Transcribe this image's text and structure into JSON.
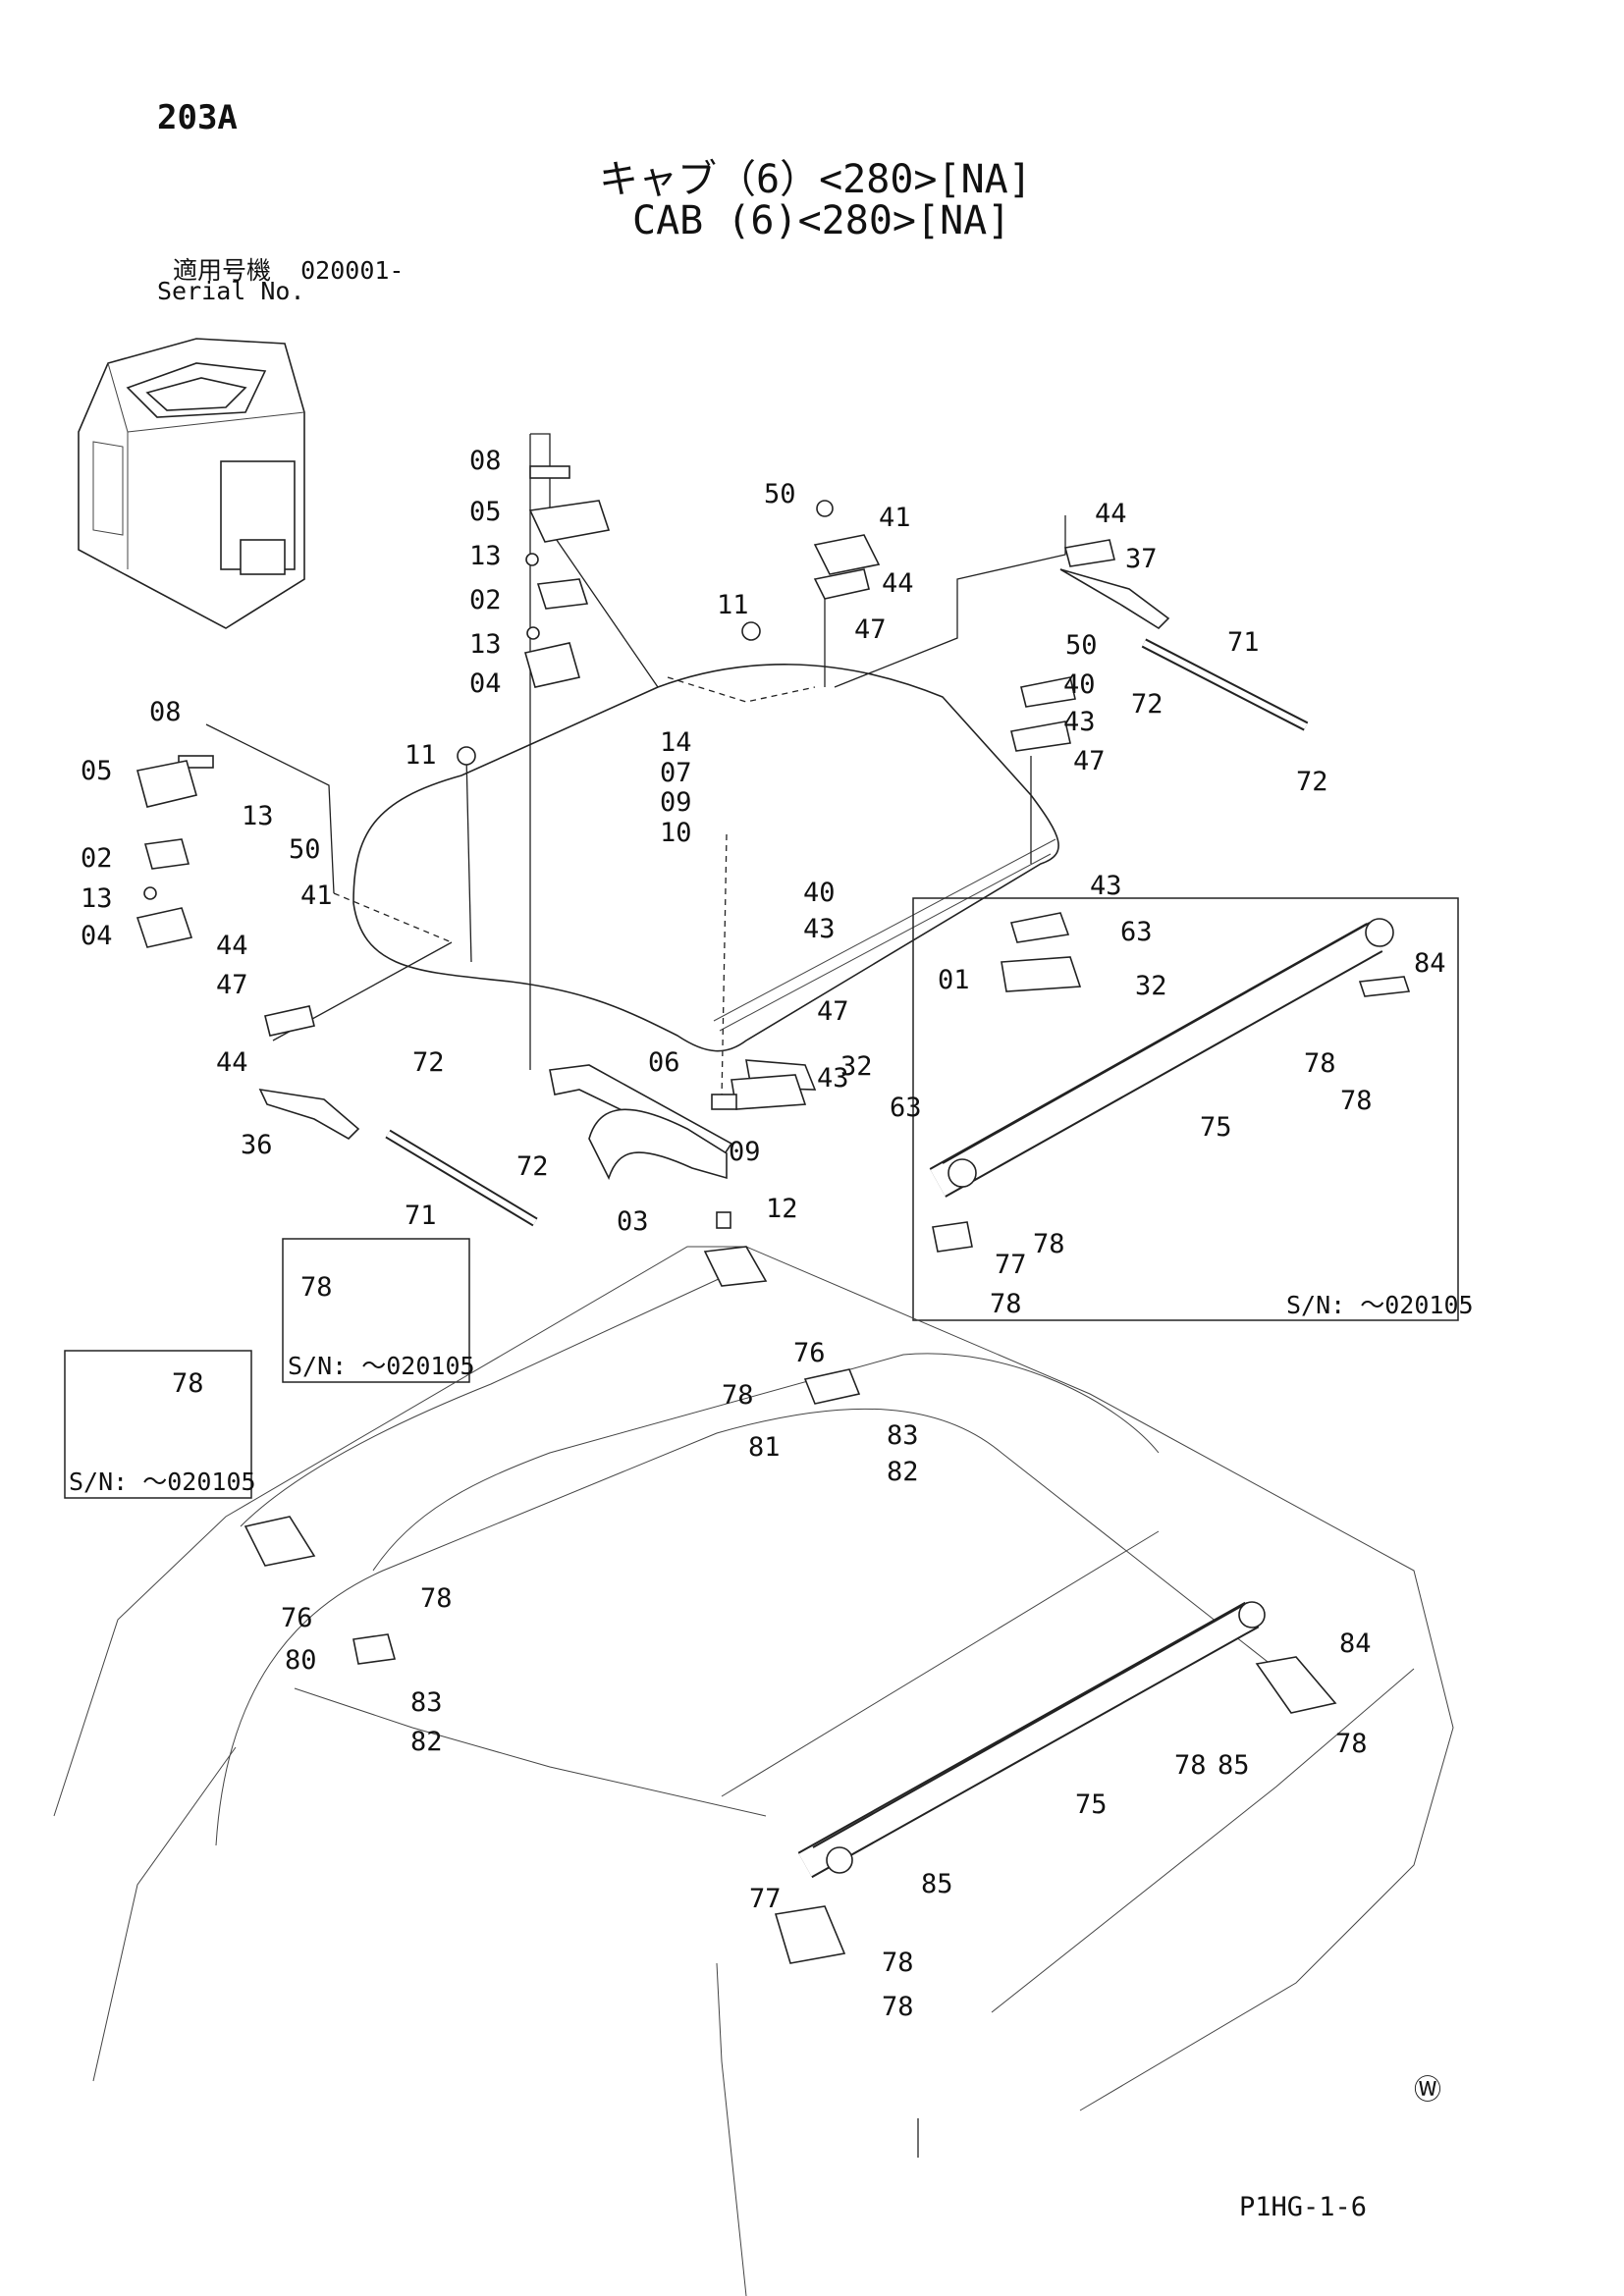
{
  "header": {
    "page_code": "203A",
    "title_ja": "キャブ（6）<280>[NA]",
    "title_en": "CAB (6)<280>[NA]",
    "serial_label_ja": "適用号機",
    "serial_range": "020001-",
    "serial_label_en": "Serial No."
  },
  "callouts": [
    {
      "id": "c-08a",
      "label": "08"
    },
    {
      "id": "c-05a",
      "label": "05"
    },
    {
      "id": "c-13a",
      "label": "13"
    },
    {
      "id": "c-02a",
      "label": "02"
    },
    {
      "id": "c-13b",
      "label": "13"
    },
    {
      "id": "c-04a",
      "label": "04"
    },
    {
      "id": "c-50a",
      "label": "50"
    },
    {
      "id": "c-41a",
      "label": "41"
    },
    {
      "id": "c-44a",
      "label": "44"
    },
    {
      "id": "c-47a",
      "label": "47"
    },
    {
      "id": "c-11a",
      "label": "11"
    },
    {
      "id": "c-44b",
      "label": "44"
    },
    {
      "id": "c-37",
      "label": "37"
    },
    {
      "id": "c-50b",
      "label": "50"
    },
    {
      "id": "c-71a",
      "label": "71"
    },
    {
      "id": "c-72a",
      "label": "72"
    },
    {
      "id": "c-40a",
      "label": "40"
    },
    {
      "id": "c-43a",
      "label": "43"
    },
    {
      "id": "c-72b",
      "label": "72"
    },
    {
      "id": "c-47b",
      "label": "47"
    },
    {
      "id": "c-08b",
      "label": "08"
    },
    {
      "id": "c-05b",
      "label": "05"
    },
    {
      "id": "c-13c",
      "label": "13"
    },
    {
      "id": "c-11b",
      "label": "11"
    },
    {
      "id": "c-14",
      "label": "14"
    },
    {
      "id": "c-07",
      "label": "07"
    },
    {
      "id": "c-09a",
      "label": "09"
    },
    {
      "id": "c-10",
      "label": "10"
    },
    {
      "id": "c-02b",
      "label": "02"
    },
    {
      "id": "c-50c",
      "label": "50"
    },
    {
      "id": "c-13d",
      "label": "13"
    },
    {
      "id": "c-41b",
      "label": "41"
    },
    {
      "id": "c-04b",
      "label": "04"
    },
    {
      "id": "c-40b",
      "label": "40"
    },
    {
      "id": "c-43b",
      "label": "43"
    },
    {
      "id": "c-44c",
      "label": "44"
    },
    {
      "id": "c-47c",
      "label": "47"
    },
    {
      "id": "c-43c",
      "label": "43"
    },
    {
      "id": "c-63a",
      "label": "63"
    },
    {
      "id": "c-01",
      "label": "01"
    },
    {
      "id": "c-32a",
      "label": "32"
    },
    {
      "id": "c-84a",
      "label": "84"
    },
    {
      "id": "c-47d",
      "label": "47"
    },
    {
      "id": "c-44d",
      "label": "44"
    },
    {
      "id": "c-72c",
      "label": "72"
    },
    {
      "id": "c-06",
      "label": "06"
    },
    {
      "id": "c-43d",
      "label": "43"
    },
    {
      "id": "c-32b",
      "label": "32"
    },
    {
      "id": "c-78a",
      "label": "78"
    },
    {
      "id": "c-78b",
      "label": "78"
    },
    {
      "id": "c-63b",
      "label": "63"
    },
    {
      "id": "c-36",
      "label": "36"
    },
    {
      "id": "c-09b",
      "label": "09"
    },
    {
      "id": "c-75a",
      "label": "75"
    },
    {
      "id": "c-72d",
      "label": "72"
    },
    {
      "id": "c-71b",
      "label": "71"
    },
    {
      "id": "c-03",
      "label": "03"
    },
    {
      "id": "c-12",
      "label": "12"
    },
    {
      "id": "c-78c",
      "label": "78"
    },
    {
      "id": "c-77a",
      "label": "77"
    },
    {
      "id": "c-78d",
      "label": "78"
    },
    {
      "id": "c-78e",
      "label": "78"
    },
    {
      "id": "c-76a",
      "label": "76"
    },
    {
      "id": "c-78f",
      "label": "78"
    },
    {
      "id": "c-78g",
      "label": "78"
    },
    {
      "id": "c-83a",
      "label": "83"
    },
    {
      "id": "c-81",
      "label": "81"
    },
    {
      "id": "c-82a",
      "label": "82"
    },
    {
      "id": "c-78h",
      "label": "78"
    },
    {
      "id": "c-76b",
      "label": "76"
    },
    {
      "id": "c-80",
      "label": "80"
    },
    {
      "id": "c-83b",
      "label": "83"
    },
    {
      "id": "c-82b",
      "label": "82"
    },
    {
      "id": "c-84b",
      "label": "84"
    },
    {
      "id": "c-78i",
      "label": "78"
    },
    {
      "id": "c-85a",
      "label": "85"
    },
    {
      "id": "c-78j",
      "label": "78"
    },
    {
      "id": "c-75b",
      "label": "75"
    },
    {
      "id": "c-85b",
      "label": "85"
    },
    {
      "id": "c-77b",
      "label": "77"
    },
    {
      "id": "c-78k",
      "label": "78"
    },
    {
      "id": "c-78l",
      "label": "78"
    }
  ],
  "variant_boxes": [
    {
      "id": "box-right",
      "serial_note": "S/N: ～020105"
    },
    {
      "id": "box-mid",
      "serial_note": "S/N: ～020105"
    },
    {
      "id": "box-left",
      "serial_note": "S/N: ～020105"
    }
  ],
  "footer": {
    "watermark_symbol": "Ⓦ",
    "figure_code": "P1HG-1-6"
  }
}
